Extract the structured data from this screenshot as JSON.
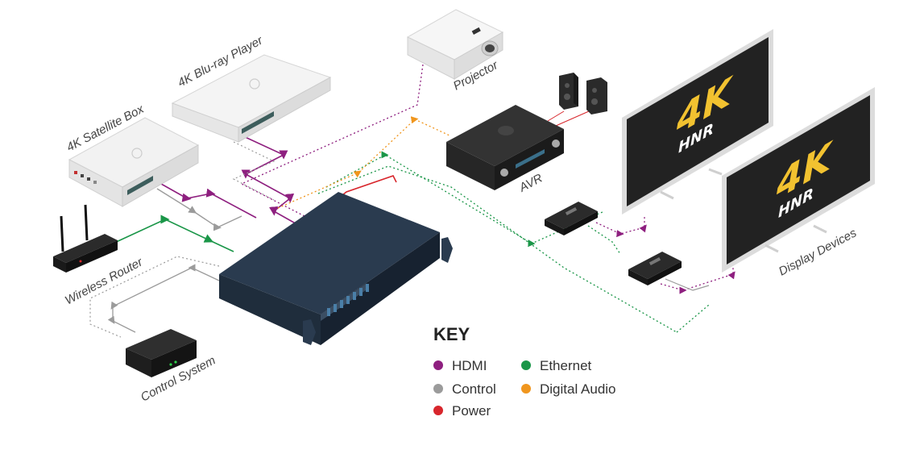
{
  "devices": {
    "satellite_box": "4K Satellite Box",
    "bluray_player": "4K Blu-ray Player",
    "projector": "Projector",
    "avr": "AVR",
    "wireless_router": "Wireless Router",
    "control_system": "Control System",
    "display_devices": "Display Devices"
  },
  "tv_logo": {
    "big": "4K",
    "small": "HNR"
  },
  "key": {
    "title": "KEY",
    "items": [
      {
        "label": "HDMI",
        "color": "#8e1f7f"
      },
      {
        "label": "Ethernet",
        "color": "#1a9648"
      },
      {
        "label": "Control",
        "color": "#9b9b9b"
      },
      {
        "label": "Digital Audio",
        "color": "#f0961e"
      },
      {
        "label": "Power",
        "color": "#d8262c"
      }
    ]
  },
  "colors": {
    "hdmi": "#8e1f7f",
    "ethernet": "#1a9648",
    "control": "#9b9b9b",
    "audio": "#f0961e",
    "power": "#d8262c",
    "switcher": "#243447"
  }
}
